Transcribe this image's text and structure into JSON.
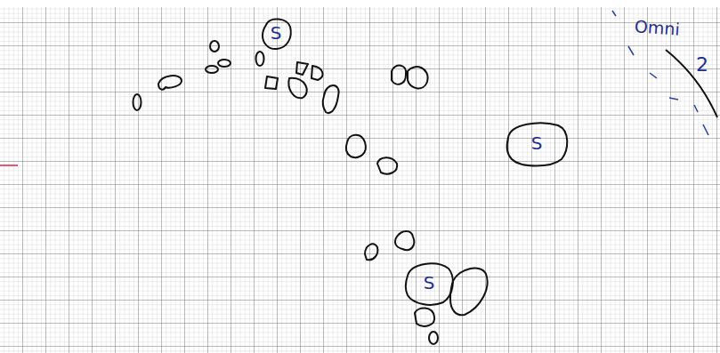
{
  "diagram": {
    "nodes": [
      {
        "text": [
          "S"
        ]
      },
      {
        "text": [
          "S"
        ]
      },
      {
        "text": [
          "S"
        ]
      }
    ],
    "labels": [
      "Omni",
      "2"
    ]
  }
}
